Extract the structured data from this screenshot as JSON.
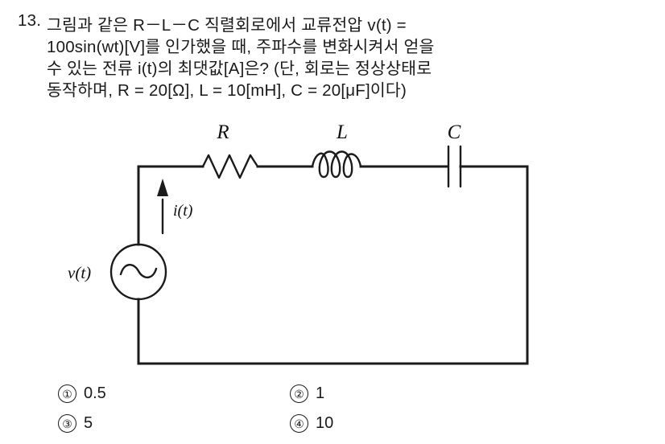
{
  "question": {
    "number": "13.",
    "lines": [
      "그림과 같은 R－L－C 직렬회로에서 교류전압 v(t) =",
      "100sin(wt)[V]를 인가했을 때, 주파수를 변화시켜서 얻을",
      "수 있는 전류 i(t)의 최댓값[A]은? (단, 회로는 정상상태로",
      "동작하며, R = 20[Ω], L = 10[mH], C = 20[μF]이다)"
    ]
  },
  "circuit": {
    "labels": {
      "resistor": "R",
      "inductor": "L",
      "capacitor": "C",
      "source": "v(t)",
      "current": "i(t)"
    },
    "colors": {
      "wire": "#1b1b1b",
      "background": "#ffffff"
    }
  },
  "choices": [
    {
      "marker": "①",
      "text": "0.5"
    },
    {
      "marker": "②",
      "text": "1"
    },
    {
      "marker": "③",
      "text": "5"
    },
    {
      "marker": "④",
      "text": "10"
    }
  ]
}
